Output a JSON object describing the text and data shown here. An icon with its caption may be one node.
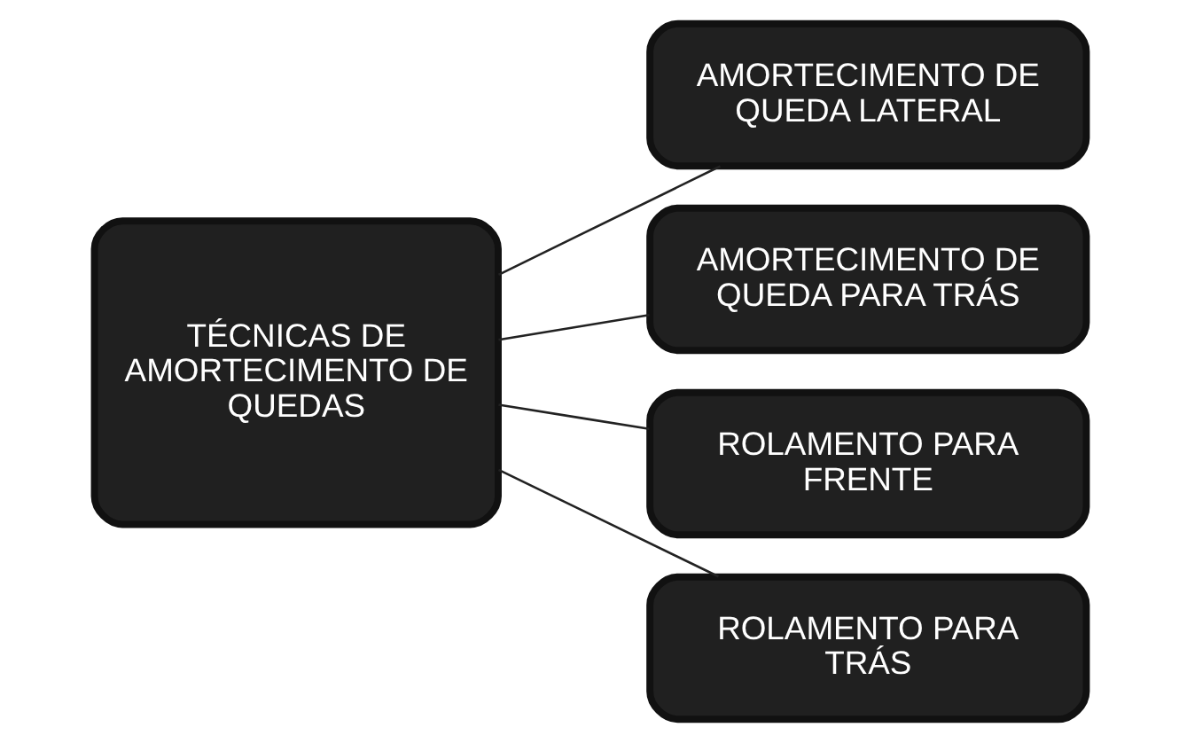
{
  "diagram": {
    "nodes": [
      {
        "text": [
          "TÉCNICAS DE AMORTECIMENTO DE QUEDAS"
        ]
      },
      {
        "text": [
          "AMORTECIMENTO DE QUEDA LATERAL"
        ]
      },
      {
        "text": [
          "AMORTECIMENTO DE QUEDA PARA TRÁS"
        ]
      },
      {
        "text": [
          "ROLAMENTO PARA FRENTE"
        ]
      },
      {
        "text": [
          "ROLAMENTO PARA TRÁS"
        ]
      }
    ],
    "edges": [
      {
        "from": 0,
        "to": 1,
        "arrow": "none"
      },
      {
        "from": 0,
        "to": 2,
        "arrow": "none"
      },
      {
        "from": 0,
        "to": 3,
        "arrow": "none"
      },
      {
        "from": 0,
        "to": 4,
        "arrow": "none"
      }
    ]
  }
}
